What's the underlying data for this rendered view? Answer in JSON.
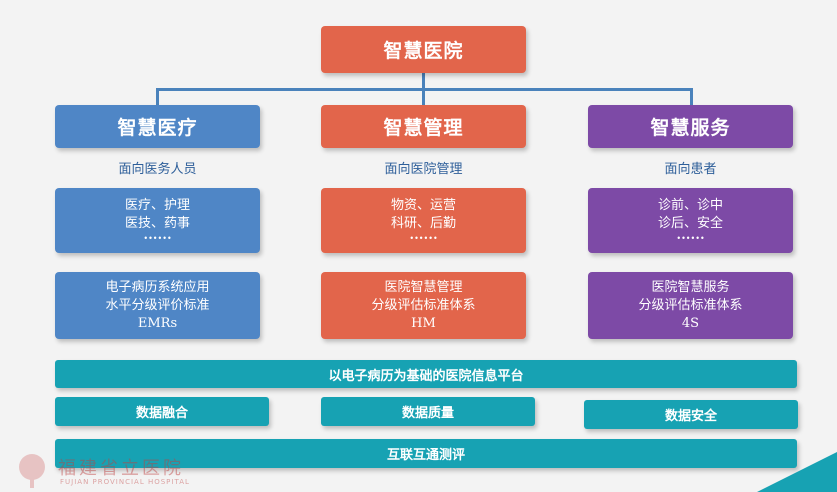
{
  "top": {
    "label": "智慧医院"
  },
  "columns": [
    {
      "title": "智慧医疗",
      "audience": "面向医务人员",
      "items": [
        "医疗、护理",
        "医技、药事",
        "••••••"
      ],
      "standard": [
        "电子病历系统应用",
        "水平分级评价标准",
        "EMRs"
      ]
    },
    {
      "title": "智慧管理",
      "audience": "面向医院管理",
      "items": [
        "物资、运营",
        "科研、后勤",
        "••••••"
      ],
      "standard": [
        "医院智慧管理",
        "分级评估标准体系",
        "HM"
      ]
    },
    {
      "title": "智慧服务",
      "audience": "面向患者",
      "items": [
        "诊前、诊中",
        "诊后、安全",
        "••••••"
      ],
      "standard": [
        "医院智慧服务",
        "分级评估标准体系",
        "4S"
      ]
    }
  ],
  "platform": "以电子病历为基础的医院信息平台",
  "data_bars": [
    "数据融合",
    "数据质量",
    "数据安全"
  ],
  "interop": "互联互通测评",
  "logo": {
    "cn": "福建省立医院",
    "en": "FUJIAN PROVINCIAL HOSPITAL"
  },
  "colors": {
    "top": "#e2654b",
    "medical": "#4f86c6",
    "management": "#e2654b",
    "service": "#7d4aa6",
    "bar": "#17a2b3",
    "connector": "#4a82bb"
  }
}
